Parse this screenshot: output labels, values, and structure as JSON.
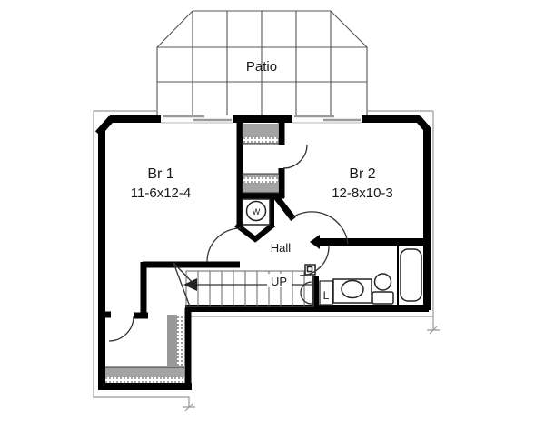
{
  "labels": {
    "patio": "Patio",
    "br1_name": "Br 1",
    "br1_dims": "11-6x12-4",
    "br2_name": "Br 2",
    "br2_dims": "12-8x10-3",
    "hall": "Hall",
    "up": "UP",
    "water_heater": "W",
    "linen": "L"
  },
  "colors": {
    "wall": "#000000",
    "background": "#ffffff",
    "thin_line": "#999999",
    "grid_line": "#555555",
    "stair_line": "#666666",
    "text": "#1a1a1a"
  }
}
